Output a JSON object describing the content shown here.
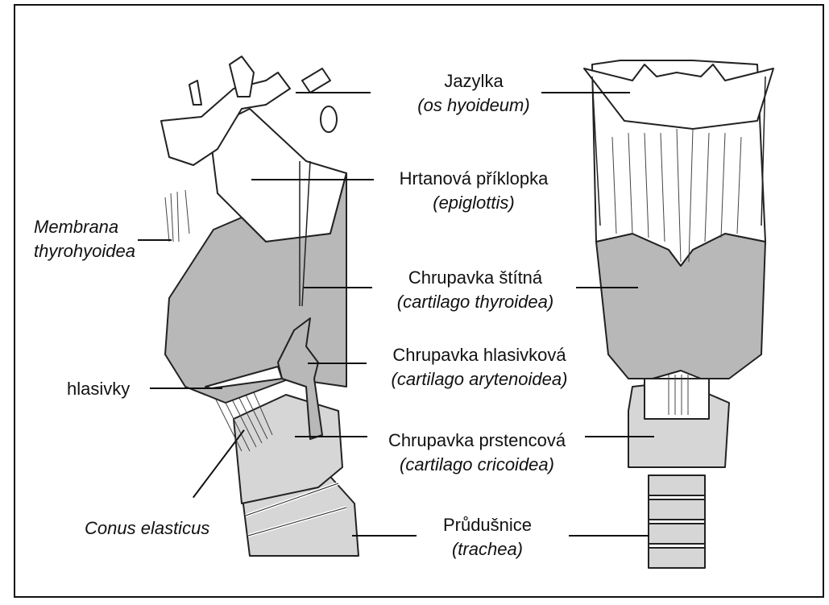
{
  "labels": {
    "hyoid": {
      "name": "Jazylka",
      "latin": "(os hyoideum)"
    },
    "epiglottis": {
      "name": "Hrtanová příklopka",
      "latin": "(epiglottis)"
    },
    "thyroid": {
      "name": "Chrupavka štítná",
      "latin": "(cartilago thyroidea)"
    },
    "arytenoid": {
      "name": "Chrupavka hlasivková",
      "latin": "(cartilago arytenoidea)"
    },
    "cricoid": {
      "name": "Chrupavka prstencová",
      "latin": "(cartilago cricoidea)"
    },
    "trachea": {
      "name": "Průdušnice",
      "latin": "(trachea)"
    },
    "membrana": {
      "line1": "Membrana",
      "line2": "thyrohyoidea"
    },
    "hlasivky": "hlasivky",
    "conus": "Conus elasticus"
  },
  "colors": {
    "cartilage": "#b8b8b8",
    "bone": "#ffffff",
    "stroke": "#222222",
    "lightgray": "#d6d6d6"
  }
}
